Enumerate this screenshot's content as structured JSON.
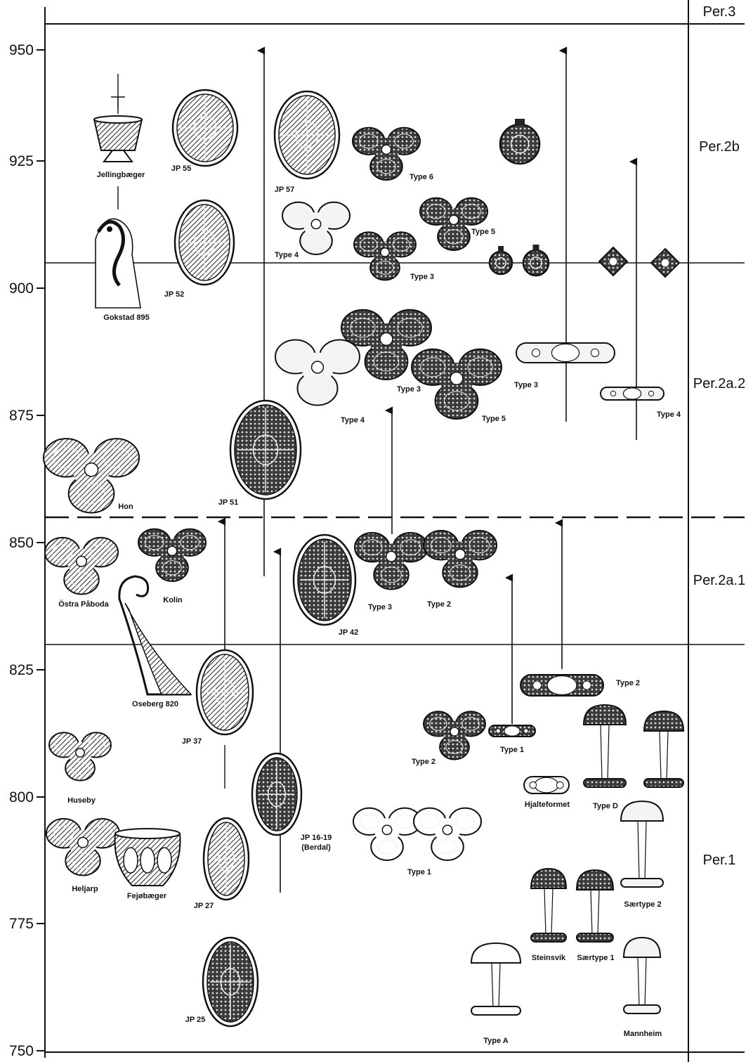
{
  "axis": {
    "ticks": [
      "950",
      "925",
      "900",
      "875",
      "850",
      "825",
      "800",
      "775",
      "750"
    ]
  },
  "periods": [
    "Per.3",
    "Per.2b",
    "Per.2a.2",
    "Per.2a.1",
    "Per.1"
  ],
  "items": [
    {
      "id": "jellingbaeger",
      "label": "Jellingbæger",
      "shape": "cup"
    },
    {
      "id": "jp55",
      "label": "JP 55",
      "shape": "oval"
    },
    {
      "id": "jp57",
      "label": "JP 57",
      "shape": "oval"
    },
    {
      "id": "type6-trefoil",
      "label": "Type 6",
      "shape": "trefoil"
    },
    {
      "id": "round-brooch",
      "label": "",
      "shape": "round"
    },
    {
      "id": "gokstad895",
      "label": "Gokstad 895",
      "shape": "post"
    },
    {
      "id": "jp52",
      "label": "JP 52",
      "shape": "oval"
    },
    {
      "id": "type4-trefoil-upper",
      "label": "Type 4",
      "shape": "trefoil"
    },
    {
      "id": "type3-trefoil-upper",
      "label": "Type 3",
      "shape": "trefoil"
    },
    {
      "id": "type5-trefoil-upper",
      "label": "Type 5",
      "shape": "trefoil"
    },
    {
      "id": "small-round-1",
      "label": "",
      "shape": "round"
    },
    {
      "id": "small-round-2",
      "label": "",
      "shape": "round"
    },
    {
      "id": "lozenge-1",
      "label": "",
      "shape": "lozenge"
    },
    {
      "id": "lozenge-2",
      "label": "",
      "shape": "lozenge"
    },
    {
      "id": "type4-trefoil-mid",
      "label": "Type 4",
      "shape": "trefoil"
    },
    {
      "id": "type3-trefoil-mid",
      "label": "Type 3",
      "shape": "trefoil"
    },
    {
      "id": "type5-trefoil-mid",
      "label": "Type 5",
      "shape": "trefoil"
    },
    {
      "id": "type3-equal-arm",
      "label": "Type 3",
      "shape": "bar"
    },
    {
      "id": "type4-equal-arm",
      "label": "Type 4",
      "shape": "bar"
    },
    {
      "id": "hon",
      "label": "Hon",
      "shape": "trefoil"
    },
    {
      "id": "jp51",
      "label": "JP 51",
      "shape": "oval"
    },
    {
      "id": "ostra-paboda",
      "label": "Östra Påboda",
      "shape": "trefoil"
    },
    {
      "id": "kolin",
      "label": "Kolin",
      "shape": "trefoil"
    },
    {
      "id": "jp42",
      "label": "JP 42",
      "shape": "oval"
    },
    {
      "id": "type3-trefoil-low",
      "label": "Type 3",
      "shape": "trefoil"
    },
    {
      "id": "type2-trefoil-low",
      "label": "Type 2",
      "shape": "trefoil"
    },
    {
      "id": "oseberg820",
      "label": "Oseberg 820",
      "shape": "prow"
    },
    {
      "id": "jp37",
      "label": "JP 37",
      "shape": "oval"
    },
    {
      "id": "type2-equal-arm",
      "label": "Type 2",
      "shape": "bar"
    },
    {
      "id": "type2-trefoil-small",
      "label": "Type 2",
      "shape": "trefoil"
    },
    {
      "id": "type1-equal-arm",
      "label": "Type 1",
      "shape": "bar"
    },
    {
      "id": "huseby",
      "label": "Huseby",
      "shape": "trefoil"
    },
    {
      "id": "hjalteformet",
      "label": "Hjalteformet",
      "shape": "bar"
    },
    {
      "id": "type-d",
      "label": "Type D",
      "shape": "pin"
    },
    {
      "id": "pin-unlabeled",
      "label": "",
      "shape": "pin"
    },
    {
      "id": "jp16-19",
      "label": "JP 16-19",
      "label2": "(Berdal)",
      "shape": "oval"
    },
    {
      "id": "type1-trefoil-a",
      "label": "",
      "shape": "trefoil"
    },
    {
      "id": "type1-trefoil-b",
      "label": "Type 1",
      "shape": "trefoil"
    },
    {
      "id": "heljarp",
      "label": "Heljarp",
      "shape": "trefoil"
    },
    {
      "id": "fejobaeger",
      "label": "Fejøbæger",
      "shape": "bowl"
    },
    {
      "id": "jp27",
      "label": "JP 27",
      "shape": "oval"
    },
    {
      "id": "saertype2",
      "label": "Særtype 2",
      "shape": "pin"
    },
    {
      "id": "steinsvik",
      "label": "Steinsvik",
      "shape": "pin"
    },
    {
      "id": "saertype1",
      "label": "Særtype 1",
      "shape": "pin"
    },
    {
      "id": "jp25",
      "label": "JP 25",
      "shape": "oval"
    },
    {
      "id": "type-a",
      "label": "Type A",
      "shape": "pin"
    },
    {
      "id": "mannheim",
      "label": "Mannheim",
      "shape": "pin"
    }
  ]
}
